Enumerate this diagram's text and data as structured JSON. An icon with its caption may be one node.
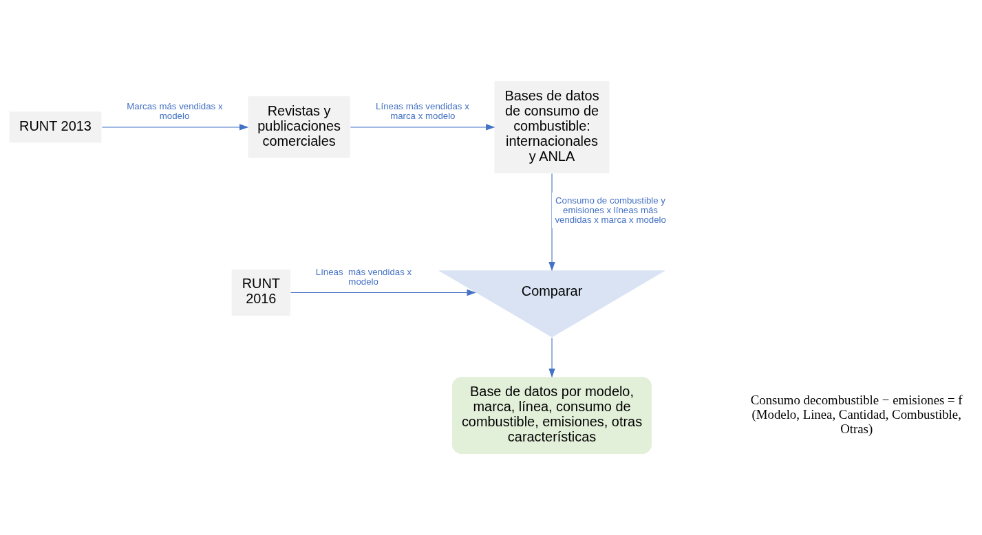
{
  "diagram": {
    "nodes": [
      {
        "text": [
          "RUNT 2013"
        ]
      },
      {
        "text": [
          "Revistas y publicaciones comerciales"
        ]
      },
      {
        "text": [
          "Bases de datos de consumo de combustible: internacionales y ANLA"
        ]
      },
      {
        "text": [
          "RUNT 2016"
        ]
      },
      {
        "text": [
          "Comparar"
        ]
      },
      {
        "text": [
          "Base de datos por modelo, marca, línea, consumo de combustible, emisiones, otras características"
        ]
      }
    ],
    "edges": [
      {
        "from": 0,
        "to": 1,
        "arrow": "to",
        "label": "Marcas más vendidas x modelo"
      },
      {
        "from": 1,
        "to": 2,
        "arrow": "to",
        "label": "Líneas más vendidas x marca x modelo"
      },
      {
        "from": 2,
        "to": 4,
        "arrow": "to",
        "label": "Consumo de combustible y emisiones x líneas más vendidas x marca x modelo"
      },
      {
        "from": 3,
        "to": 4,
        "arrow": "to",
        "label": "Líneas  más vendidas x modelo"
      },
      {
        "from": 4,
        "to": 5,
        "arrow": "to"
      }
    ],
    "labels": [
      "Consumo decombustible − emisiones = f (Modelo, Linea, Cantidad, Combustible, Otras)"
    ]
  }
}
